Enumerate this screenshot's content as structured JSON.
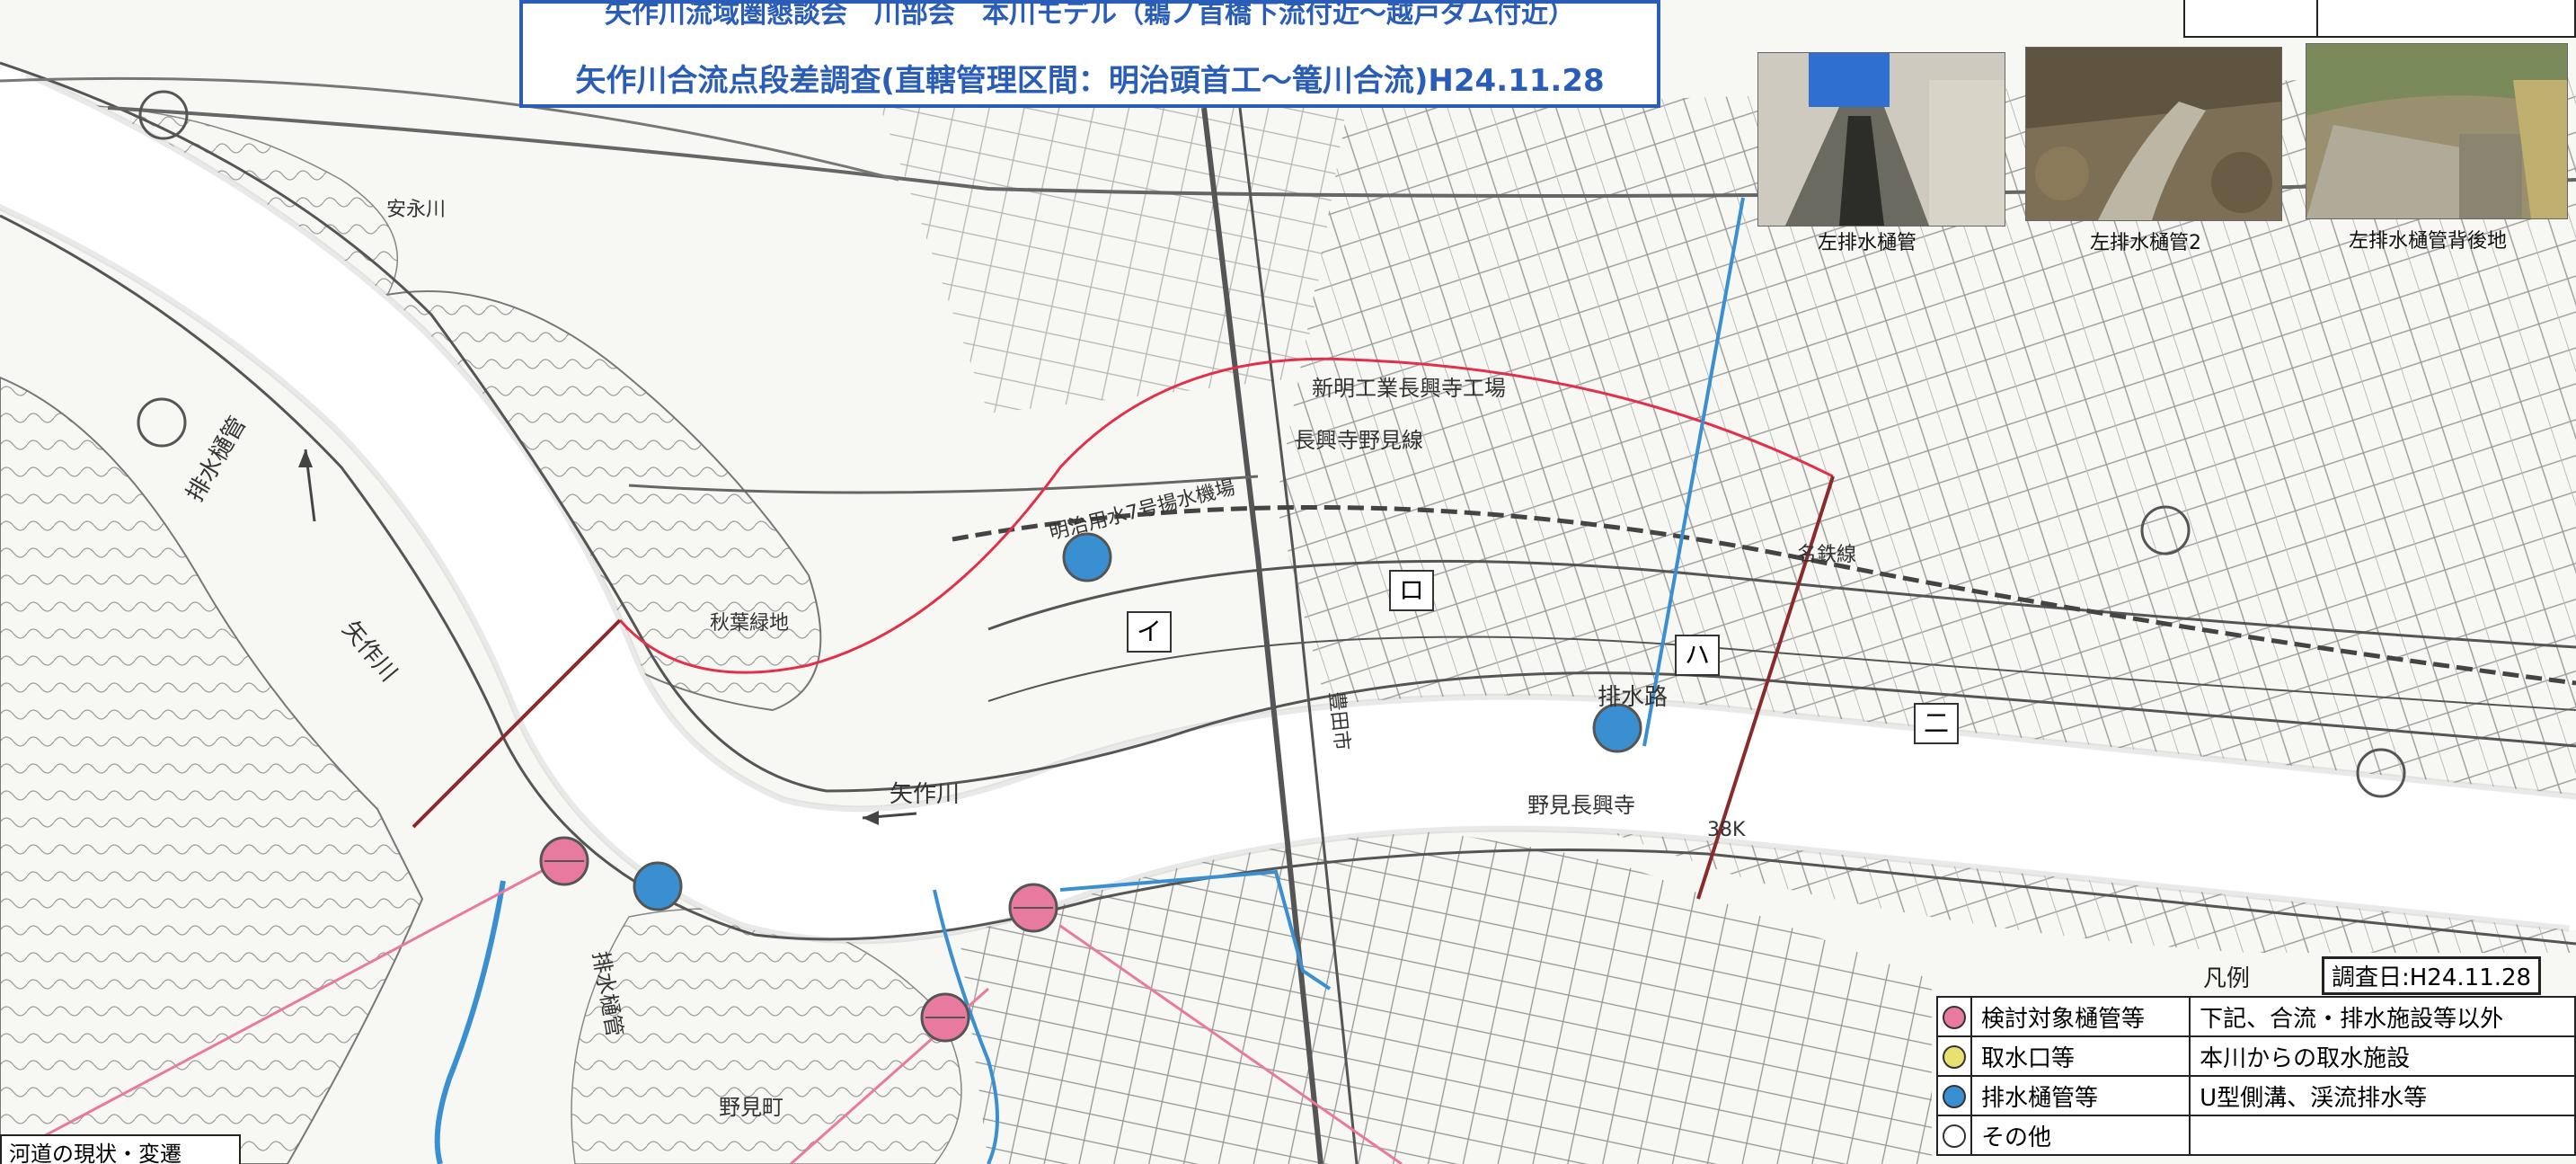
{
  "title": {
    "line1": "矢作川流域圏懇談会　川部会　本川モデル（鵜ノ首橋下流付近～越戸ダム付近）",
    "line2": "矢作川合流点段差調査(直轄管理区間：明治頭首工～篭川合流)H24.11.28"
  },
  "photos": [
    {
      "caption": "左排水樋管"
    },
    {
      "caption": "左排水樋管2"
    },
    {
      "caption": "左排水樋管背後地"
    }
  ],
  "map_labels": {
    "river_main": "矢作川",
    "river_main_2": "矢作川",
    "drain_pipe_left": "排水樋管",
    "drain_pipe_bottom": "排水樋管",
    "drain_channel": "排水路",
    "area_i": "イ",
    "area_ro": "ロ",
    "area_ha": "ハ",
    "area_ni": "二",
    "factory": "新明工業長興寺工場",
    "line_name": "長興寺野見線",
    "hill_site": "秋葉緑地",
    "town_nomi": "野見町",
    "town_nomi_nagaokoji": "野見長興寺",
    "kilometer_38k": "38K",
    "railway": "名鉄線",
    "river_ankagawa": "安永川",
    "agri_water": "明治用水7号揚水機場",
    "toyota_city": "豊田市"
  },
  "markers": [
    {
      "kind": "pink",
      "label": "検討対象樋管等"
    },
    {
      "kind": "blue",
      "label": "排水樋管等"
    }
  ],
  "legend": {
    "heading": "凡例",
    "survey_date": "調査日:H24.11.28",
    "rows": [
      {
        "color": "#e87aa0",
        "name": "検討対象樋管等",
        "desc": "下記、合流・排水施設等以外"
      },
      {
        "color": "#e8e070",
        "name": "取水口等",
        "desc": "本川からの取水施設"
      },
      {
        "color": "#3a8fd0",
        "name": "排水樋管等",
        "desc": "U型側溝、渓流排水等"
      },
      {
        "color": "#ffffff",
        "name": "その他",
        "desc": ""
      }
    ]
  },
  "bottom_note": "河道の現状・変遷",
  "colors": {
    "title_blue": "#2a5db8",
    "red_line": "#e0304a",
    "blue_line": "#3a8fd0",
    "dark_red_line": "#8b2a2a"
  }
}
